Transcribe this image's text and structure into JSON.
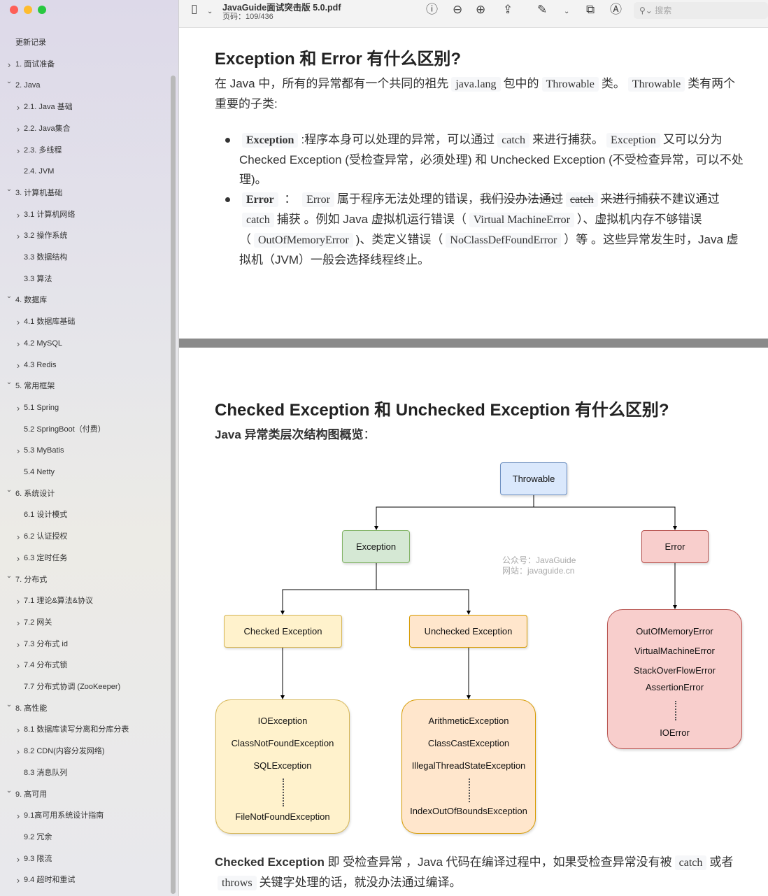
{
  "window": {
    "title": "JavaGuide面试突击版 5.0.pdf",
    "page_indicator": "页码：109/436",
    "search_placeholder": "搜索"
  },
  "toolbar": {
    "icons": [
      "sidebar-toggle-icon",
      "chevron-down-icon",
      "info-icon",
      "zoom-out-icon",
      "zoom-in-icon",
      "share-icon",
      "highlight-pen-icon",
      "chevron-down-icon",
      "rotate-icon",
      "markup-icon",
      "search-icon"
    ]
  },
  "sidebar": {
    "items": [
      {
        "label": "更新记录",
        "level": 0,
        "state": "none"
      },
      {
        "label": "1. 面试准备",
        "level": 0,
        "state": "collapsed"
      },
      {
        "label": "2. Java",
        "level": 0,
        "state": "expanded"
      },
      {
        "label": "2.1. Java 基础",
        "level": 1,
        "state": "collapsed"
      },
      {
        "label": "2.2. Java集合",
        "level": 1,
        "state": "collapsed"
      },
      {
        "label": "2.3. 多线程",
        "level": 1,
        "state": "collapsed"
      },
      {
        "label": "2.4. JVM",
        "level": 1,
        "state": "none"
      },
      {
        "label": "3. 计算机基础",
        "level": 0,
        "state": "expanded"
      },
      {
        "label": "3.1 计算机网络",
        "level": 1,
        "state": "collapsed"
      },
      {
        "label": "3.2 操作系统",
        "level": 1,
        "state": "collapsed"
      },
      {
        "label": "3.3 数据结构",
        "level": 1,
        "state": "none"
      },
      {
        "label": "3.3 算法",
        "level": 1,
        "state": "none"
      },
      {
        "label": "4. 数据库",
        "level": 0,
        "state": "expanded"
      },
      {
        "label": "4.1 数据库基础",
        "level": 1,
        "state": "collapsed"
      },
      {
        "label": "4.2 MySQL",
        "level": 1,
        "state": "collapsed"
      },
      {
        "label": "4.3 Redis",
        "level": 1,
        "state": "collapsed"
      },
      {
        "label": "5. 常用框架",
        "level": 0,
        "state": "expanded"
      },
      {
        "label": "5.1 Spring",
        "level": 1,
        "state": "collapsed"
      },
      {
        "label": "5.2 SpringBoot（付费）",
        "level": 1,
        "state": "none"
      },
      {
        "label": "5.3 MyBatis",
        "level": 1,
        "state": "collapsed"
      },
      {
        "label": "5.4 Netty",
        "level": 1,
        "state": "none"
      },
      {
        "label": "6. 系统设计",
        "level": 0,
        "state": "expanded"
      },
      {
        "label": "6.1 设计模式",
        "level": 1,
        "state": "none"
      },
      {
        "label": "6.2 认证授权",
        "level": 1,
        "state": "collapsed"
      },
      {
        "label": "6.3 定时任务",
        "level": 1,
        "state": "collapsed"
      },
      {
        "label": "7. 分布式",
        "level": 0,
        "state": "expanded"
      },
      {
        "label": "7.1 理论&算法&协议",
        "level": 1,
        "state": "collapsed"
      },
      {
        "label": "7.2 网关",
        "level": 1,
        "state": "collapsed"
      },
      {
        "label": "7.3 分布式 id",
        "level": 1,
        "state": "collapsed"
      },
      {
        "label": "7.4 分布式锁",
        "level": 1,
        "state": "collapsed"
      },
      {
        "label": "7.7 分布式协调 (ZooKeeper)",
        "level": 1,
        "state": "none"
      },
      {
        "label": "8. 高性能",
        "level": 0,
        "state": "expanded"
      },
      {
        "label": "8.1 数据库读写分离和分库分表",
        "level": 1,
        "state": "collapsed"
      },
      {
        "label": "8.2 CDN(内容分发网络)",
        "level": 1,
        "state": "collapsed"
      },
      {
        "label": "8.3 消息队列",
        "level": 1,
        "state": "none"
      },
      {
        "label": "9. 高可用",
        "level": 0,
        "state": "expanded"
      },
      {
        "label": "9.1高可用系统设计指南",
        "level": 1,
        "state": "collapsed"
      },
      {
        "label": "9.2 冗余",
        "level": 1,
        "state": "none"
      },
      {
        "label": "9.3 限流",
        "level": 1,
        "state": "collapsed"
      },
      {
        "label": "9.4 超时和重试",
        "level": 1,
        "state": "collapsed"
      }
    ]
  },
  "page1": {
    "title": "Exception 和 Error 有什么区别?",
    "intro": [
      {
        "t": "在 Java 中，所有的异常都有一个共同的祖先"
      },
      {
        "t": "java.lang",
        "code": true
      },
      {
        "t": "包中的"
      },
      {
        "t": "Throwable",
        "code": true
      },
      {
        "t": "类。"
      },
      {
        "t": "Throwable",
        "code": true
      },
      {
        "t": "类有两个重要的子类:"
      }
    ],
    "bullets": [
      [
        {
          "t": "Exception",
          "code": true,
          "bold": true
        },
        {
          "t": ":程序本身可以处理的异常，可以通过"
        },
        {
          "t": "catch",
          "code": true
        },
        {
          "t": "来进行捕获。"
        },
        {
          "t": "Exception",
          "code": true
        },
        {
          "t": "又可以分为 Checked Exception (受检查异常，必须处理) 和 Unchecked Exception (不受检查异常，可以不处理)。"
        }
      ],
      [
        {
          "t": "Error",
          "code": true,
          "bold": true
        },
        {
          "t": " ： "
        },
        {
          "t": "Error",
          "code": true
        },
        {
          "t": "属于程序无法处理的错误，"
        },
        {
          "t": "我们没办法通过",
          "strike": true
        },
        {
          "t": "catch",
          "code": true,
          "strike": true
        },
        {
          "t": "来进行捕获",
          "strike": true
        },
        {
          "t": "不建议通过"
        },
        {
          "t": "catch",
          "code": true
        },
        {
          "t": "捕获 。例如 Java 虚拟机运行错误（"
        },
        {
          "t": "Virtual MachineError",
          "code": true
        },
        {
          "t": "）、虚拟机内存不够错误（"
        },
        {
          "t": "OutOfMemoryError",
          "code": true
        },
        {
          "t": ")、类定义错误（"
        },
        {
          "t": "NoClassDefFoundError",
          "code": true
        },
        {
          "t": "）等 。这些异常发生时，Java 虚拟机（JVM）一般会选择线程终止。"
        }
      ]
    ]
  },
  "page2": {
    "title": "Checked Exception 和 Unchecked Exception 有什么区别?",
    "subtitle": "Java 异常类层次结构图概览",
    "subtitle_suffix": "：",
    "diagram": {
      "throwable": "Throwable",
      "exception": "Exception",
      "error": "Error",
      "checked": "Checked Exception",
      "unchecked": "Unchecked Exception",
      "error_list": [
        "OutOfMemoryError",
        "VirtualMachineError",
        "StackOverFlowError",
        "AssertionError",
        "IOError"
      ],
      "checked_list": [
        "IOException",
        "ClassNotFoundException",
        "SQLException",
        "FileNotFoundException"
      ],
      "unchecked_list": [
        "ArithmeticException",
        "ClassCastException",
        "IllegalThreadStateException",
        "IndexOutOfBoundsException"
      ],
      "watermark": [
        "公众号：JavaGuide",
        "网站：javaguide.cn"
      ],
      "colors": {
        "blue": "#dae8fc",
        "green": "#d5e8d4",
        "red": "#f8cecc",
        "yellow": "#fff2cc",
        "orange": "#ffe6cc"
      }
    },
    "closing": [
      {
        "t": "Checked Exception",
        "bold": true
      },
      {
        "t": " 即 受检查异常 ，Java 代码在编译过程中，如果受检查异常没有被"
      },
      {
        "t": "catch",
        "code": true
      },
      {
        "t": "或者"
      },
      {
        "t": "throws",
        "code": true
      },
      {
        "t": "关键字处理的话，就没办法通过编译。"
      }
    ]
  }
}
